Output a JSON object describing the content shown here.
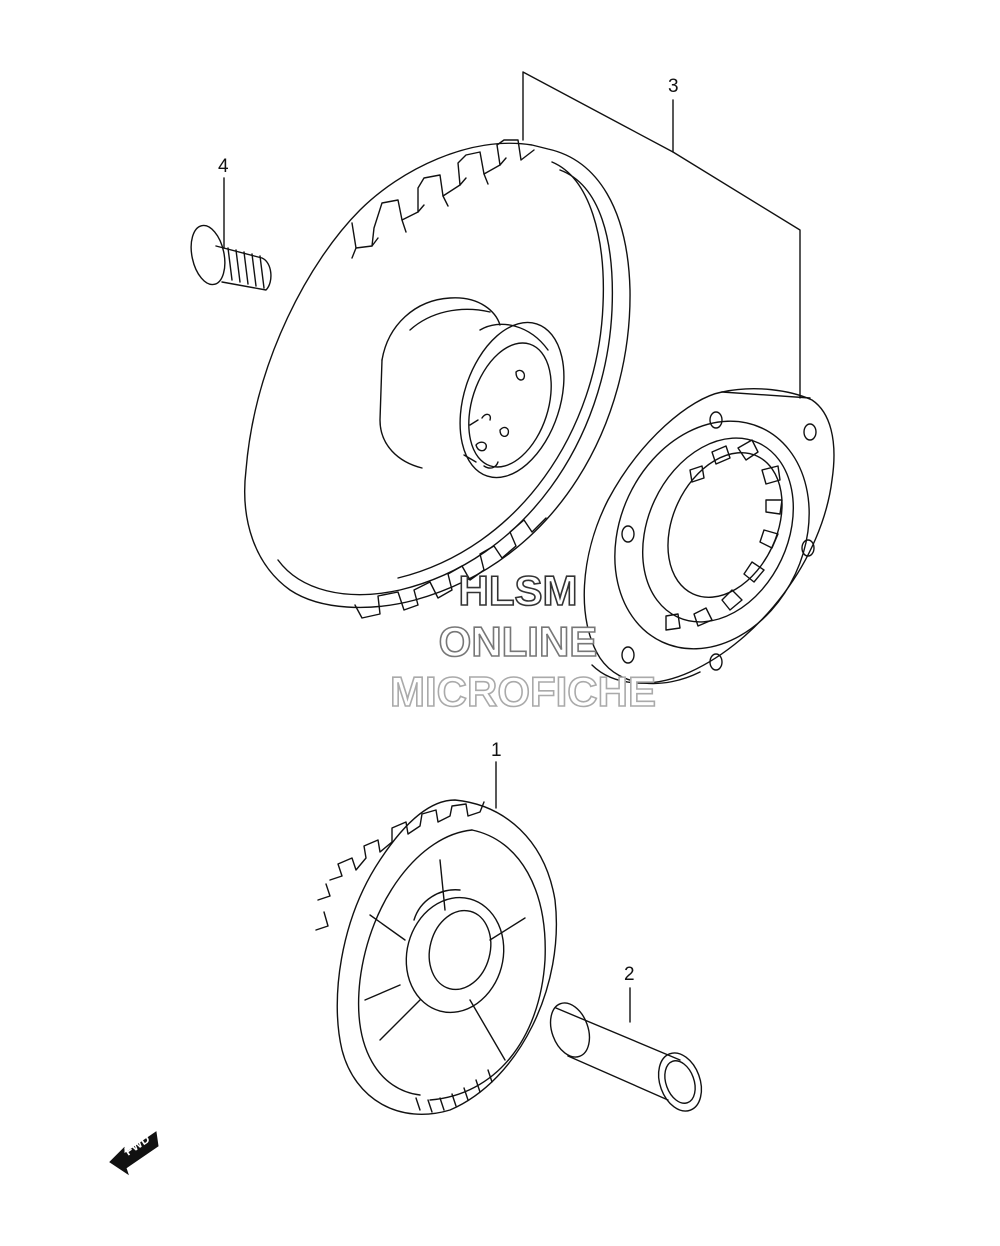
{
  "callouts": {
    "part_1": "1",
    "part_2": "2",
    "part_3": "3",
    "part_4": "4"
  },
  "watermark": {
    "line1": "HLSM",
    "line2": "ONLINE",
    "line3": "MICROFICHE",
    "colors": [
      "#333333",
      "#777777",
      "#aaaaaa"
    ]
  },
  "direction_badge": {
    "text": "FWD",
    "icon": "fwd-arrow-icon"
  },
  "colors": {
    "line": "#111111",
    "background": "#ffffff"
  }
}
